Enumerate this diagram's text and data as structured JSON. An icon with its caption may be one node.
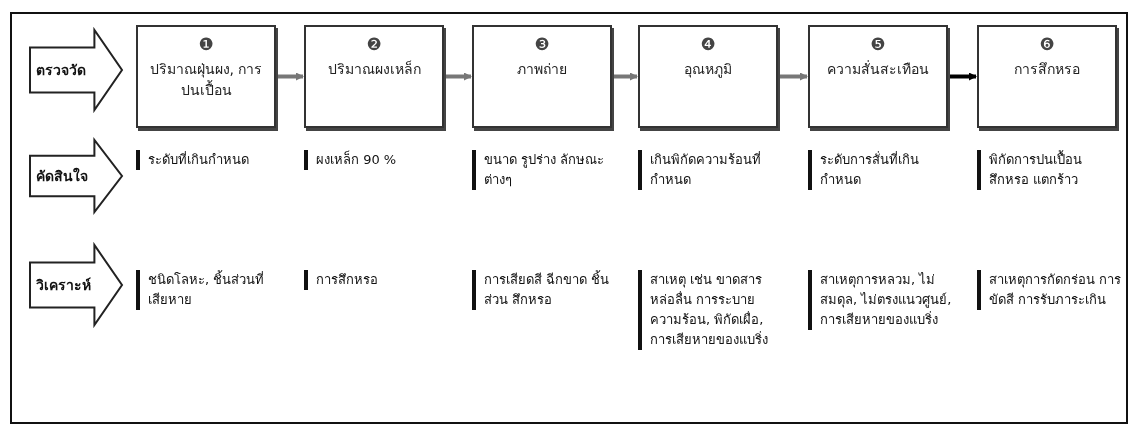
{
  "diagram": {
    "nodes": [
      {
        "text": [
          "ตรวจวัด"
        ]
      },
      {
        "text": [
          "❶",
          "ปริมาณฝุ่นผง, การปนเปื้อน"
        ]
      },
      {
        "text": [
          "❷",
          "ปริมาณผงเหล็ก"
        ]
      },
      {
        "text": [
          "❸",
          "ภาพถ่าย"
        ]
      },
      {
        "text": [
          "❹",
          "อุณหภูมิ"
        ]
      },
      {
        "text": [
          "❺",
          "ความสั่นสะเทือน"
        ]
      },
      {
        "text": [
          "❻",
          "การสึกหรอ"
        ]
      },
      {
        "text": [
          "คัดสินใจ"
        ]
      },
      {
        "text": [
          "วิเคราะห์"
        ]
      }
    ],
    "edges": [
      {
        "from": 1,
        "to": 2,
        "arrow": "to"
      },
      {
        "from": 2,
        "to": 3,
        "arrow": "to"
      },
      {
        "from": 3,
        "to": 4,
        "arrow": "to"
      },
      {
        "from": 4,
        "to": 5,
        "arrow": "to"
      },
      {
        "from": 5,
        "to": 6,
        "arrow": "to",
        "color": "#000000"
      }
    ],
    "labels": [
      "ระดับที่เกินกำหนด",
      "ผงเหล็ก 90 %",
      "ขนาด รูปร่าง ลักษณะต่างๆ",
      "เกินพิกัดความร้อนที่กำหนด",
      "ระดับการสั่นที่เกินกำหนด",
      "พิกัดการปนเปื้อน สึกหรอ แตกร้าว",
      "ชนิดโลหะ, ชิ้นส่วนที่เสียหาย",
      "การสึกหรอ",
      "การเสียดสี ฉีกขาด ชิ้นส่วน สึกหรอ",
      "สาเหตุ เช่น ขาดสารหล่อลื่น การระบายความร้อน, พิกัดเผื่อ, การเสียหายของแบริ่ง",
      "สาเหตุการหลวม, ไม่สมดุล, ไม่ตรงแนวศูนย์, การเสียหายของแบริ่ง",
      "สาเหตุการกัดกร่อน การขัดสี การรับภาระเกิน"
    ]
  }
}
